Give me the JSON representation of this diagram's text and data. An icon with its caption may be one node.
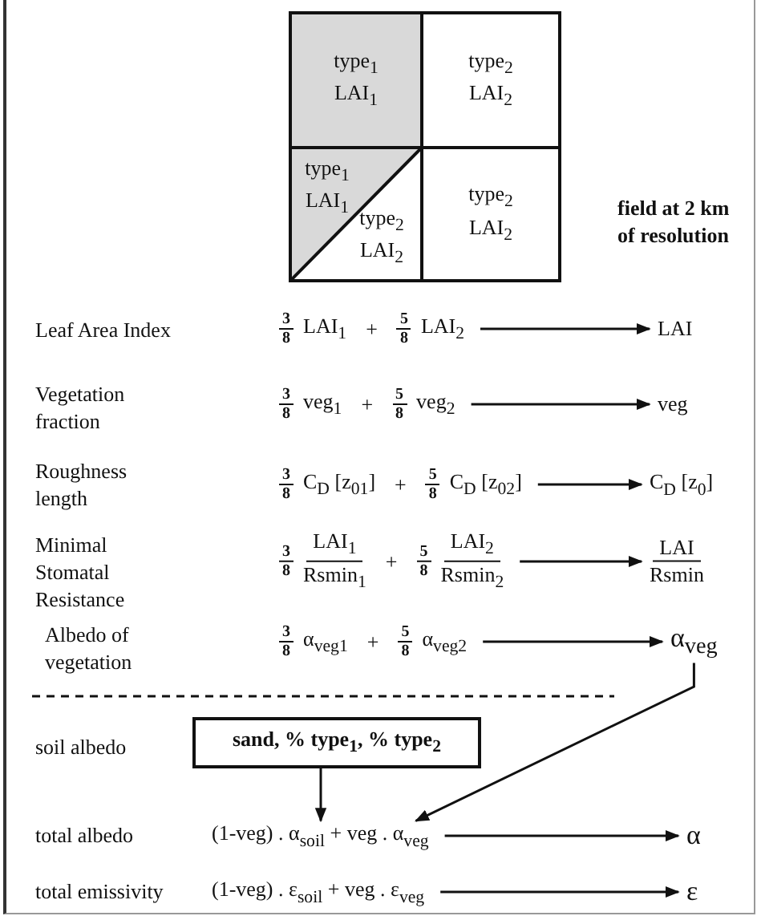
{
  "diagram": {
    "nodes": [
      {
        "text": [
          "type$_{1}$ LAI$_{1}$"
        ]
      },
      {
        "text": [
          "type$_{2}$ LAI$_{2}$"
        ]
      },
      {
        "text": [
          "type$_{1}$ LAI$_{1}$",
          "type$_{2}$ LAI$_{2}$"
        ]
      },
      {
        "text": [
          "type$_{2}$ LAI$_{2}$"
        ]
      },
      {
        "text": [
          "3",
          "8",
          "LAI$_{1}$",
          "+",
          "5",
          "8",
          "LAI$_{2}$"
        ]
      },
      {
        "text": [
          "LAI"
        ]
      },
      {
        "text": [
          "3",
          "8",
          "veg$_{1}$",
          "+",
          "5",
          "8",
          "veg$_{2}$"
        ]
      },
      {
        "text": [
          "veg"
        ]
      },
      {
        "text": [
          "3",
          "8",
          "C$_{D}$ [z$_{01}$]",
          "+",
          "5",
          "8",
          "C$_{D}$ [z$_{02}$]"
        ]
      },
      {
        "text": [
          "C$_{D}$ [z$_{0}$]"
        ]
      },
      {
        "text": [
          "3",
          "8",
          "LAI$_{1}$",
          "Rsmin$_{1}$",
          "+",
          "5",
          "8",
          "LAI$_{2}$",
          "Rsmin$_{2}$"
        ]
      },
      {
        "text": [
          "LAI",
          "Rsmin"
        ]
      },
      {
        "text": [
          "3",
          "8",
          "α$_{veg1}$",
          "+",
          "5",
          "8",
          "α$_{veg2}$"
        ]
      },
      {
        "text": [
          "α$_{veg}$"
        ]
      },
      {
        "text": [
          "sand, % type$_{1}$, % type$_{2}$"
        ]
      },
      {
        "text": [
          "(1-veg) . α$_{soil}$ + veg . α$_{veg}$"
        ]
      },
      {
        "text": [
          "α"
        ]
      },
      {
        "text": [
          "(1-veg) . ε$_{soil}$ + veg . ε$_{veg}$"
        ]
      },
      {
        "text": [
          "ε"
        ]
      }
    ],
    "edges": [
      {
        "from": 4,
        "to": 5,
        "arrow": "to"
      },
      {
        "from": 6,
        "to": 7,
        "arrow": "to"
      },
      {
        "from": 8,
        "to": 9,
        "arrow": "to"
      },
      {
        "from": 10,
        "to": 11,
        "arrow": "to"
      },
      {
        "from": 12,
        "to": 13,
        "arrow": "to"
      },
      {
        "from": 14,
        "to": 15,
        "arrow": "to"
      },
      {
        "from": 13,
        "to": 15,
        "arrow": "to"
      },
      {
        "from": 15,
        "to": 16,
        "arrow": "to"
      },
      {
        "from": 17,
        "to": 18,
        "arrow": "to"
      }
    ],
    "labels": [
      "field at 2 km of resolution",
      "Leaf Area Index",
      "Vegetation fraction",
      "Roughness length",
      "Minimal Stomatal Resistance",
      "Albedo of vegetation",
      "soil albedo",
      "total albedo",
      "total emissivity"
    ]
  }
}
